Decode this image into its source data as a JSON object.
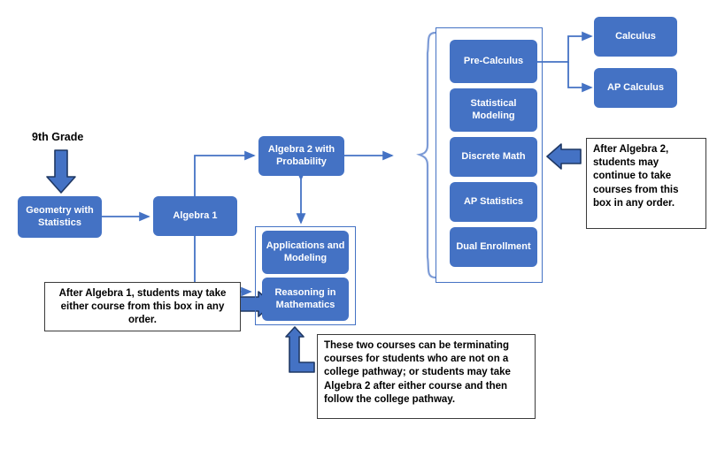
{
  "diagram": {
    "title_label": "9th Grade",
    "colors": {
      "node_fill": "#4472C4",
      "node_text": "#FFFFFF",
      "connector": "#4472C4",
      "block_arrow_fill": "#4472C4",
      "block_arrow_stroke": "#1F3864",
      "callout_border": "#3B3B3B",
      "callout_text": "#000000",
      "background": "#FFFFFF"
    },
    "nodes": [
      {
        "id": "geometry",
        "label": "Geometry with Statistics"
      },
      {
        "id": "algebra1",
        "label": "Algebra 1"
      },
      {
        "id": "algebra2",
        "label": "Algebra 2 with Probability"
      },
      {
        "id": "applications",
        "label": "Applications and Modeling"
      },
      {
        "id": "reasoning",
        "label": "Reasoning in Mathematics"
      },
      {
        "id": "precalculus",
        "label": "Pre-Calculus"
      },
      {
        "id": "statmodeling",
        "label": "Statistical Modeling"
      },
      {
        "id": "discretemath",
        "label": "Discrete Math"
      },
      {
        "id": "apstatistics",
        "label": "AP Statistics"
      },
      {
        "id": "dualenrollment",
        "label": "Dual Enrollment"
      },
      {
        "id": "calculus",
        "label": "Calculus"
      },
      {
        "id": "apcalculus",
        "label": "AP Calculus"
      }
    ],
    "node_labels": {
      "geometry": "Geometry with Statistics",
      "algebra1": "Algebra 1",
      "algebra2": "Algebra 2 with Probability",
      "applications": "Applications and Modeling",
      "reasoning": "Reasoning in Mathematics",
      "precalculus": "Pre-Calculus",
      "statmodeling": "Statistical Modeling",
      "discretemath": "Discrete Math",
      "apstatistics": "AP Statistics",
      "dualenrollment": "Dual Enrollment",
      "calculus": "Calculus",
      "apcalculus": "AP Calculus"
    },
    "callouts": {
      "after_algebra1": "After Algebra 1, students may take either course from this box in any order.",
      "after_algebra2": "After Algebra 2, students may continue to take courses from this box in any order.",
      "terminating_courses": "These two courses can be terminating courses for students who are not on a college pathway; or students may take Algebra 2 after either course and then follow the college pathway."
    }
  }
}
